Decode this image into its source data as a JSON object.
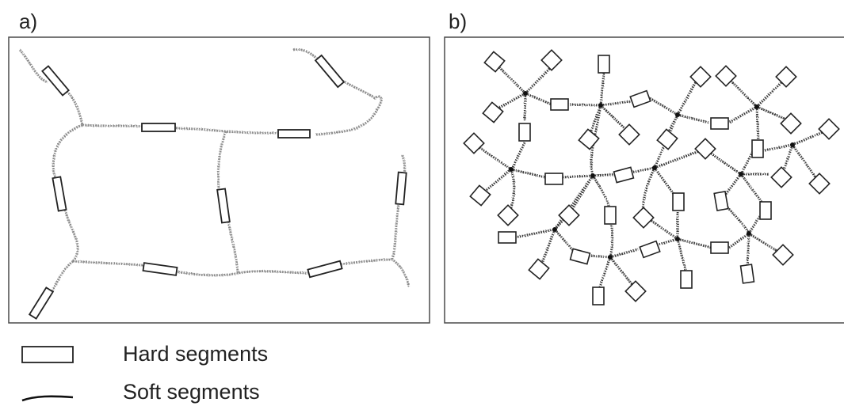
{
  "panels": {
    "a": {
      "label": "a)"
    },
    "b": {
      "label": "b)"
    }
  },
  "legend": {
    "hard_label": "Hard segments",
    "soft_label": "Soft segments"
  },
  "colors": {
    "frame": "#4a4a4a",
    "soft_chain_a": "#8c8c8c",
    "soft_chain_b": "#3a3a3a",
    "hard_fill": "#ffffff",
    "hard_stroke": "#222222"
  }
}
